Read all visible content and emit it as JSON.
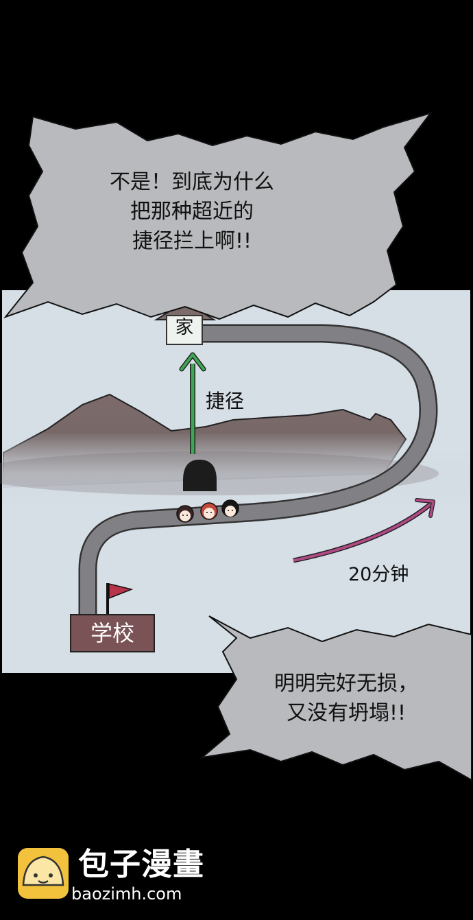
{
  "bubble_top": {
    "lines": [
      "不是！到底为什么",
      "把那种超近的",
      "捷径拦上啊!!"
    ]
  },
  "map": {
    "home_label": "家",
    "shortcut_label": "捷径",
    "duration_label": "20分钟",
    "school_label": "学校",
    "colors": {
      "sky": "#d6dee6",
      "mountain": "#7d6b6a",
      "road": "#7f7f84",
      "shortcut_arrow": "#3fa655",
      "route_arrow": "#b04a84",
      "school_sign": "#7a5356",
      "flag": "#b8344a"
    }
  },
  "bubble_bottom": {
    "lines": [
      "明明完好无损，",
      "又没有坍塌!!"
    ]
  },
  "watermark": {
    "brand": "包子漫畫",
    "url": "baozimh.com"
  }
}
